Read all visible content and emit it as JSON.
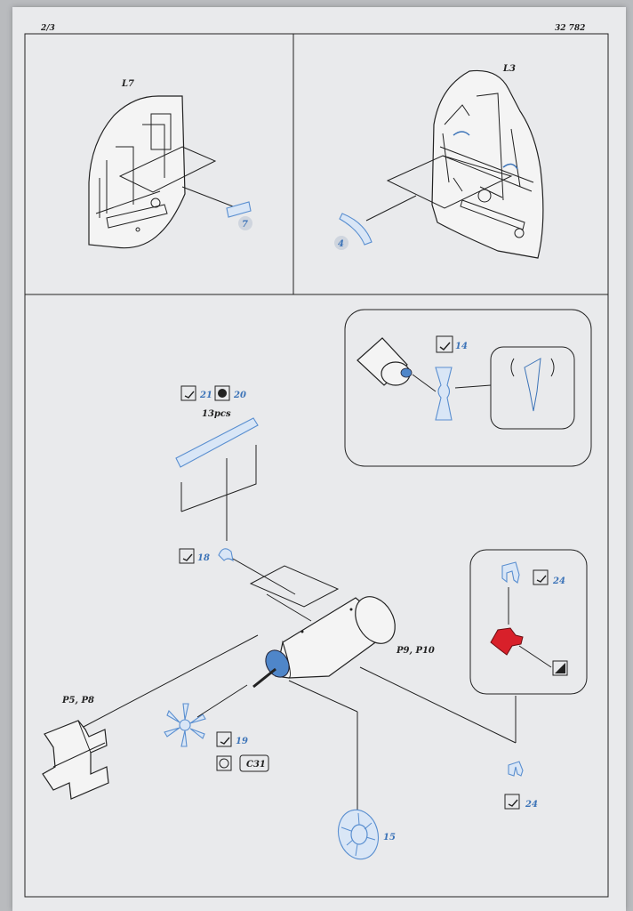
{
  "header": {
    "page": "2/3",
    "code": "32 782"
  },
  "labels": {
    "l7": "L7",
    "l3": "L3",
    "pcs": "13pcs",
    "p910": "P9, P10",
    "p58": "P5, P8",
    "c31": "C31"
  },
  "parts": {
    "n7": "7",
    "n4": "4",
    "n14": "14",
    "n21": "21",
    "n20": "20",
    "n18": "18",
    "n24a": "24",
    "n19": "19",
    "n24b": "24",
    "n15": "15"
  },
  "icons": {
    "bend": "bend-fold-icon",
    "paint": "paint-drop-icon",
    "plastic": "plastic-part-icon",
    "sprue": "sprue-cut-icon"
  },
  "colors": {
    "pe_blue": "#5a8fd0",
    "red_detail": "#d8202a",
    "line": "#222222"
  }
}
